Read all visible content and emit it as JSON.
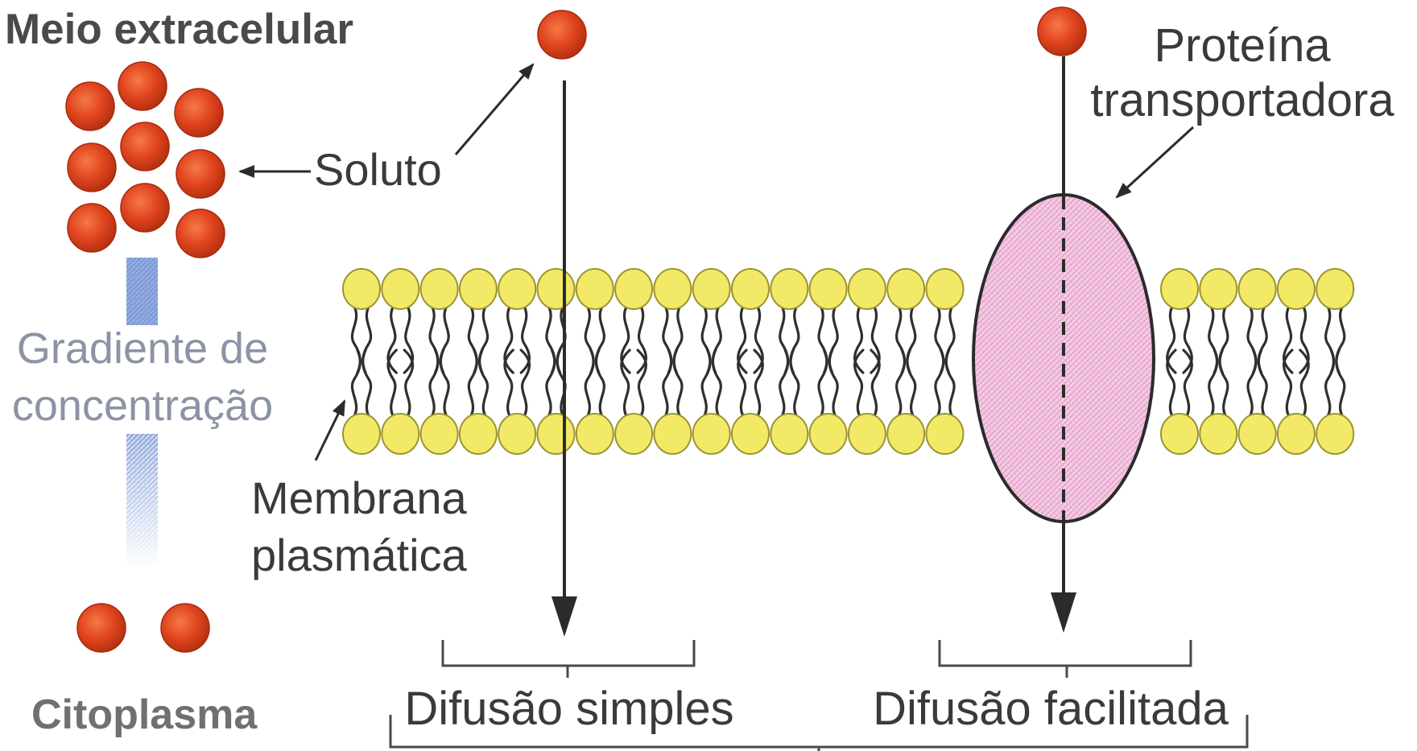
{
  "labels": {
    "extracellular": "Meio extracelular",
    "solute": "Soluto",
    "gradient_line1": "Gradiente de",
    "gradient_line2": "concentração",
    "membrane_line1": "Membrana",
    "membrane_line2": "plasmática",
    "cytoplasm": "Citoplasma",
    "protein_line1": "Proteína",
    "protein_line2": "transportadora",
    "simple_diffusion": "Difusão simples",
    "facilitated_diffusion": "Difusão facilitada"
  },
  "colors": {
    "solute": "#e0441f",
    "lipid_head": "#f2ea66",
    "protein": "#f5cbe4",
    "protein_hatch": "#dc93c3",
    "gradient_bar": "#7f9bd8"
  }
}
